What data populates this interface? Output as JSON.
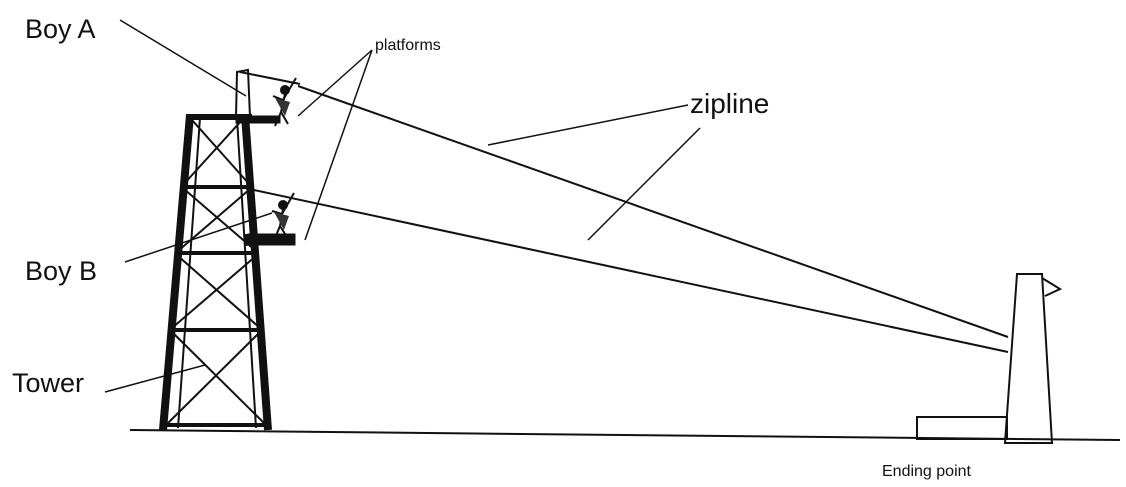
{
  "labels": {
    "boy_a": "Boy A",
    "boy_b": "Boy B",
    "tower": "Tower",
    "platforms": "platforms",
    "zipline": "zipline",
    "ending_point": "Ending point"
  },
  "colors": {
    "ink": "#111111",
    "background": "#ffffff"
  }
}
